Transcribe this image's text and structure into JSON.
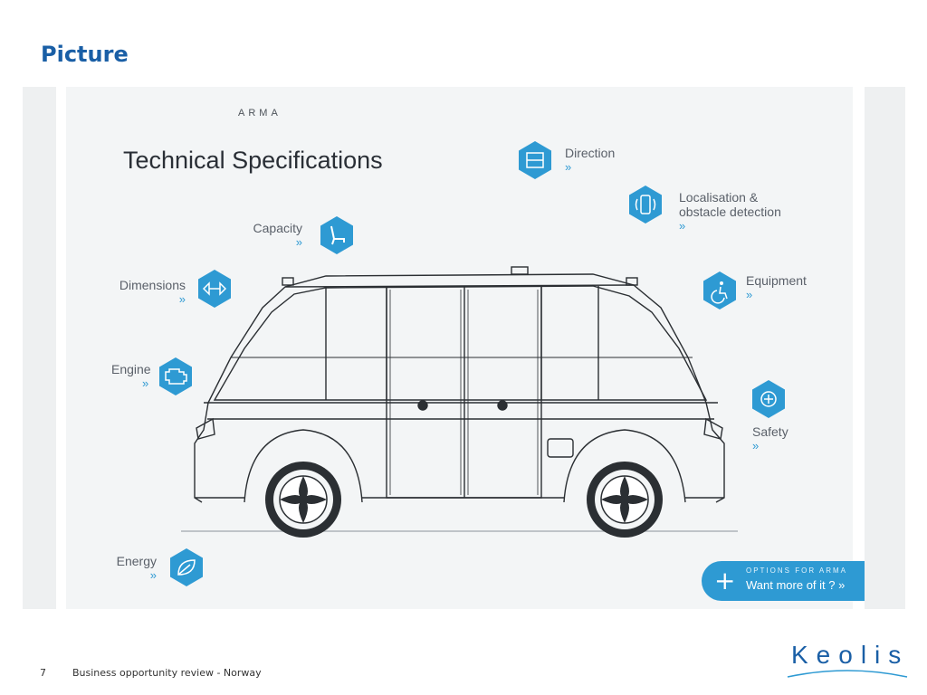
{
  "slide": {
    "title": "Picture"
  },
  "panel": {
    "logo": "ARMA",
    "heading": "Technical Specifications"
  },
  "specs": {
    "direction": {
      "label": "Direction",
      "arrow": "»",
      "icon": "steering-icon"
    },
    "localisation": {
      "label_line1": "Localisation &",
      "label_line2": "obstacle detection",
      "arrow": "»",
      "icon": "sensor-icon"
    },
    "capacity": {
      "label": "Capacity",
      "arrow": "»",
      "icon": "seat-icon"
    },
    "dimensions": {
      "label": "Dimensions",
      "arrow": "»",
      "icon": "arrows-icon"
    },
    "equipment": {
      "label": "Equipment",
      "arrow": "»",
      "icon": "accessibility-icon"
    },
    "engine": {
      "label": "Engine",
      "arrow": "»",
      "icon": "engine-icon"
    },
    "safety": {
      "label": "Safety",
      "arrow": "»",
      "icon": "safety-icon"
    },
    "energy": {
      "label": "Energy",
      "arrow": "»",
      "icon": "leaf-icon"
    }
  },
  "options": {
    "small": "OPTIONS FOR ARMA",
    "big": "Want more of it ? »",
    "plus": "+"
  },
  "footer": {
    "page_number": "7",
    "text": "Business opportunity review - Norway"
  },
  "brand": {
    "name": "Keolis"
  },
  "colors": {
    "title_blue": "#1a5fa6",
    "accent_blue": "#2e9ad3",
    "panel_bg": "#f3f5f6"
  }
}
